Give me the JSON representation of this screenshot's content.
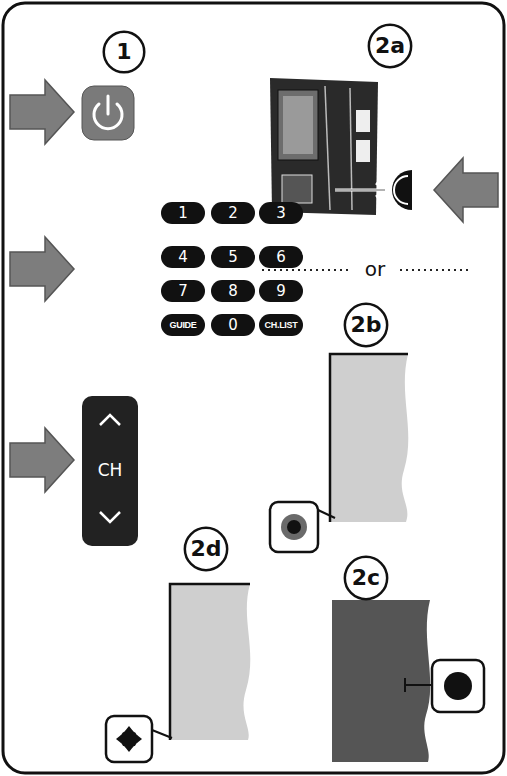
{
  "diagram": {
    "nodes": [
      {
        "text": [
          "1"
        ]
      },
      {
        "text": [
          "2a"
        ]
      },
      {
        "text": [
          "1"
        ]
      },
      {
        "text": [
          "2"
        ]
      },
      {
        "text": [
          "3"
        ]
      },
      {
        "text": [
          "4"
        ]
      },
      {
        "text": [
          "5"
        ]
      },
      {
        "text": [
          "6"
        ]
      },
      {
        "text": [
          "7"
        ]
      },
      {
        "text": [
          "8"
        ]
      },
      {
        "text": [
          "9"
        ]
      },
      {
        "text": [
          "GUIDE"
        ]
      },
      {
        "text": [
          "0"
        ]
      },
      {
        "text": [
          "CH.LIST"
        ]
      },
      {
        "text": [
          "2b"
        ]
      },
      {
        "text": [
          "CH"
        ]
      },
      {
        "text": [
          "2d"
        ]
      },
      {
        "text": [
          "2c"
        ]
      }
    ],
    "labels": [
      "or"
    ]
  }
}
